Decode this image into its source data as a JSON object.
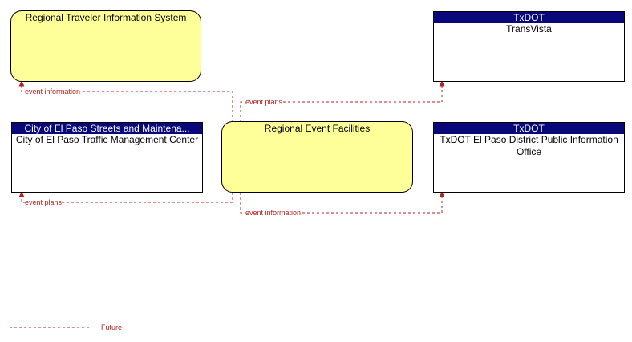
{
  "nodes": {
    "rtis": {
      "name": "Regional Traveler Information System"
    },
    "transvista": {
      "owner": "TxDOT",
      "name": "TransVista"
    },
    "elpaso_tmc": {
      "owner": "City of El Paso Streets and Maintena...",
      "name": "City of El Paso Traffic Management Center"
    },
    "ref": {
      "name": "Regional Event Facilities"
    },
    "txdot_pio": {
      "owner": "TxDOT",
      "name": "TxDOT El Paso District Public Information Office"
    }
  },
  "flows": {
    "to_rtis": "event information",
    "to_transvista": "event plans",
    "to_tmc": "event plans",
    "to_pio": "event information"
  },
  "legend": {
    "future": "Future"
  },
  "colors": {
    "flow": "#b22222",
    "header": "#08087a",
    "terminator_fill": "#ffff99"
  }
}
